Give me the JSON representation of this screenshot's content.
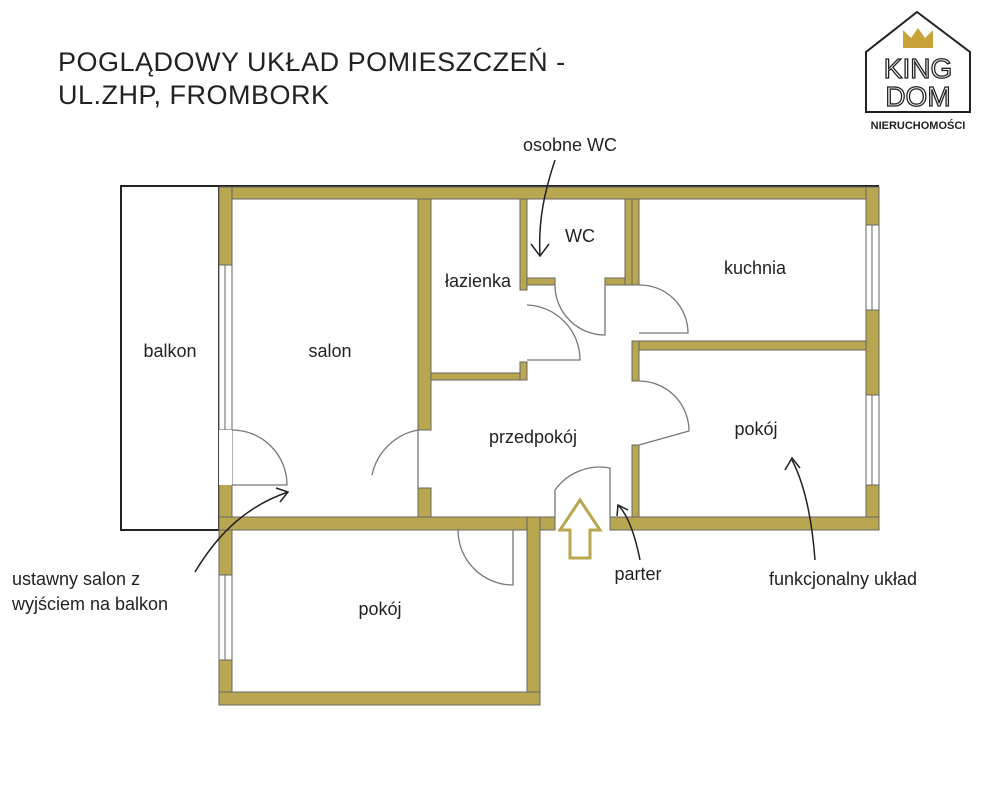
{
  "title": {
    "line1": "POGLĄDOWY UKŁAD POMIESZCZEŃ -",
    "line2": "UL.ZHP, FROMBORK"
  },
  "logo": {
    "line1": "KING",
    "line2": "DOM",
    "subtitle": "NIERUCHOMOŚCI"
  },
  "rooms": {
    "balkon": "balkon",
    "salon": "salon",
    "lazienka": "łazienka",
    "wc": "WC",
    "kuchnia": "kuchnia",
    "przedpokoj": "przedpokój",
    "pokoj_right": "pokój",
    "pokoj_bottom": "pokój"
  },
  "annotations": {
    "wc_note": "osobne WC",
    "salon_note_1": "ustawny salon z",
    "salon_note_2": "wyjściem na balkon",
    "parter": "parter",
    "layout_note": "funkcjonalny układ"
  },
  "colors": {
    "wall": "#b9a650",
    "outline": "#555555"
  }
}
